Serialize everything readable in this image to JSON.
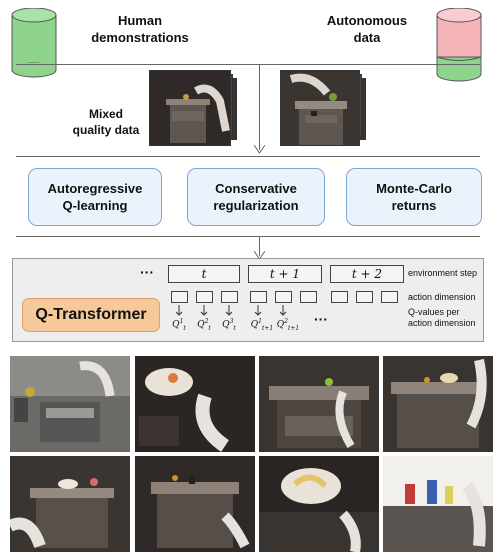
{
  "data_sources": {
    "human_label": "Human\ndemonstrations",
    "autonomous_label": "Autonomous\ndata",
    "mixed_label": "Mixed\nquality data"
  },
  "methods": [
    {
      "label": "Autoregressive\nQ-learning"
    },
    {
      "label": "Conservative\nregularization"
    },
    {
      "label": "Monte-Carlo\nreturns"
    }
  ],
  "transformer": {
    "name": "Q-Transformer",
    "ellipsis": "···",
    "steps": [
      "t",
      "t + 1",
      "t + 2"
    ],
    "legend": {
      "env_step": "environment step",
      "action_dim": "action dimension",
      "q_values": "Q-values per\naction dimension"
    }
  },
  "colors": {
    "human_cylinder": "#8fd48c",
    "autonomous_top": "#f5b5b8",
    "autonomous_bottom": "#8fd48c",
    "method_box_fill": "#eaf3fb",
    "method_box_border": "#7fa6cf",
    "q_transformer_fill": "#f7c99a",
    "panel_fill": "#eeeeee"
  }
}
